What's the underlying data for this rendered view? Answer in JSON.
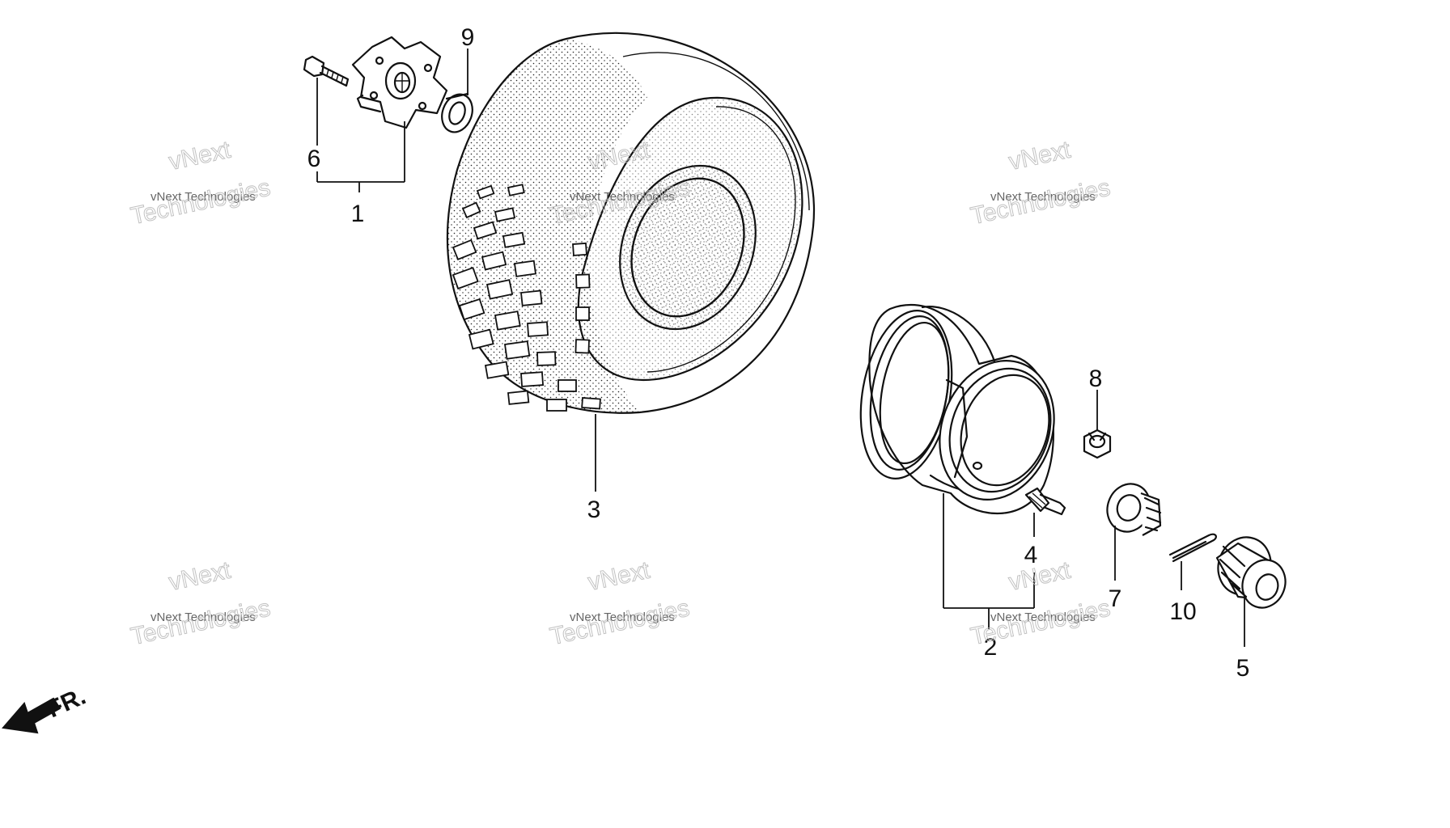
{
  "callouts": {
    "c1": "1",
    "c2": "2",
    "c3": "3",
    "c4": "4",
    "c5": "5",
    "c6": "6",
    "c7": "7",
    "c8": "8",
    "c9": "9",
    "c10": "10"
  },
  "direction_label": "FR.",
  "watermark": {
    "small": "vNext Technologies",
    "big": "Technologies",
    "top": "vNext"
  }
}
